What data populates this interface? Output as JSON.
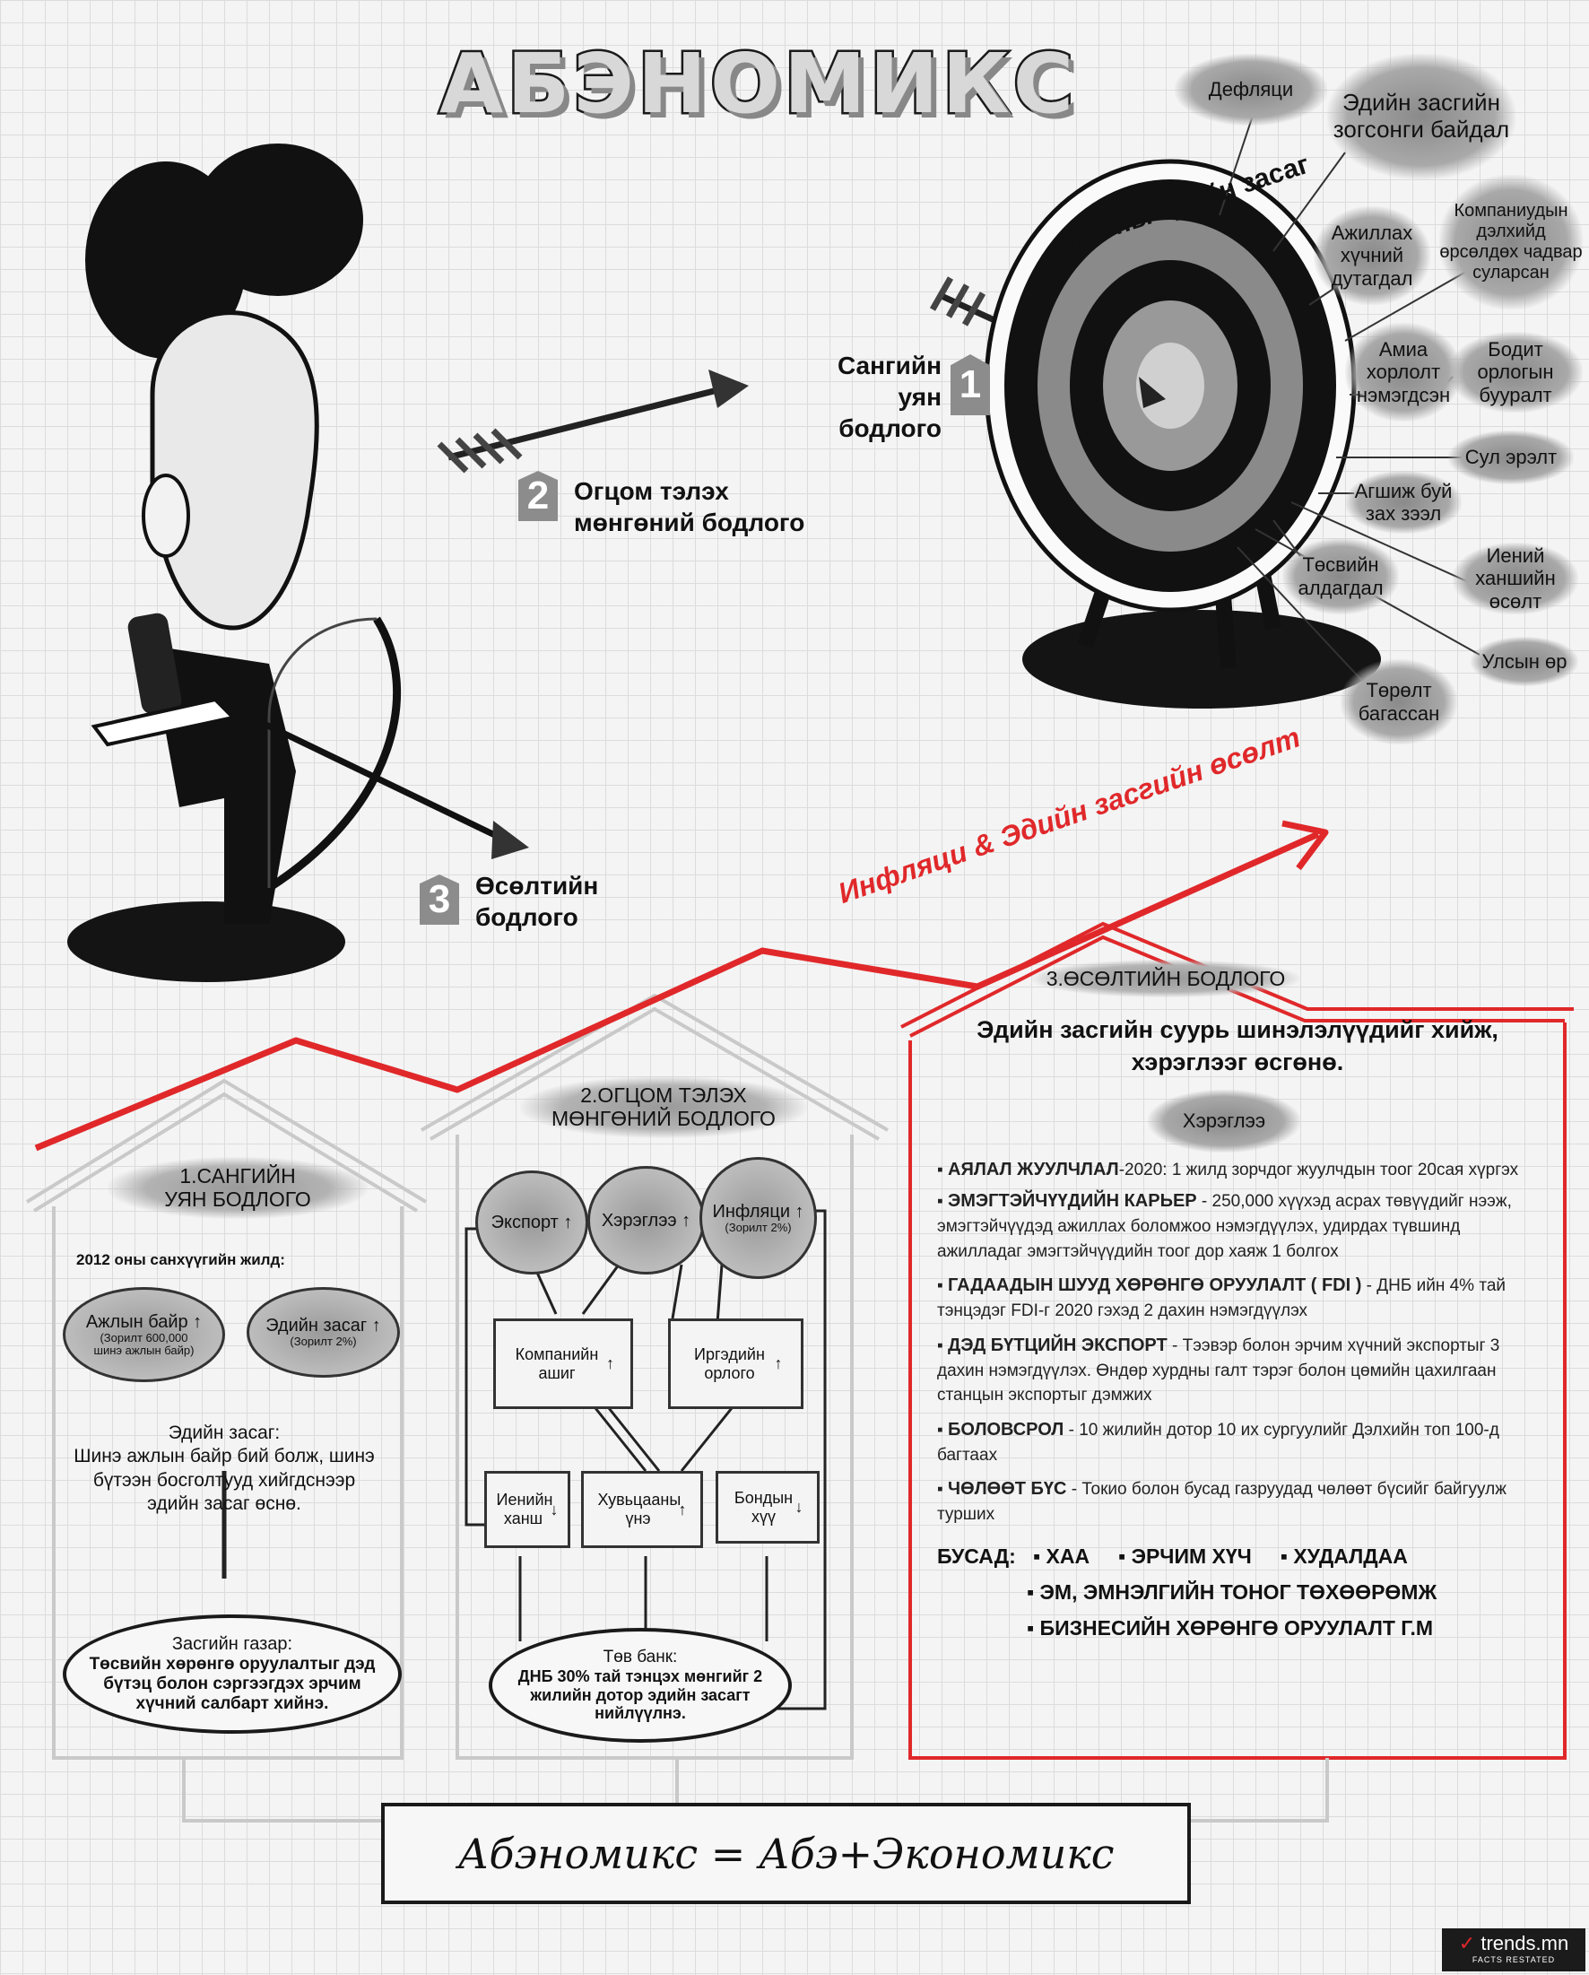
{
  "title": "АБЭНОМИКС",
  "target_label": "Японы эдийн засаг",
  "target_clouds": [
    {
      "text": "Дефляци"
    },
    {
      "text": "Эдийн засгийн зогсонги байдал"
    },
    {
      "text": "Ажиллах хүчний дутагдал"
    },
    {
      "text": "Компаниудын дэлхийд өрсөлдөх чадвар суларсан"
    },
    {
      "text": "Амиа хорлолт нэмэгдсэн"
    },
    {
      "text": "Бодит орлогын бууралт"
    },
    {
      "text": "Сул эрэлт"
    },
    {
      "text": "Агшиж буй зах зээл"
    },
    {
      "text": "Иений ханшийн өсөлт"
    },
    {
      "text": "Төсвийн алдагдал"
    },
    {
      "text": "Улсын өр"
    },
    {
      "text": "Төрөлт багассан"
    }
  ],
  "arrows": [
    {
      "num": "1",
      "line1": "Сангийн",
      "line2": "уян бодлого"
    },
    {
      "num": "2",
      "line1": "Огцом тэлэх",
      "line2": "мөнгөний бодлого"
    },
    {
      "num": "3",
      "line1": "Өсөлтийн",
      "line2": "бодлого"
    }
  ],
  "trend_label": "Инфляци & Эдийн засгийн өсөлт",
  "house1": {
    "title1": "1.САНГИЙН",
    "title2": "УЯН БОДЛОГО",
    "year_note": "2012 оны санхүүгийн жилд:",
    "bubble_jobs": "Ажлын байр",
    "bubble_jobs_note": "(Зорилт 600,000 шинэ ажлын байр)",
    "bubble_econ": "Эдийн засаг",
    "bubble_econ_note": "(Зорилт 2%)",
    "econ_title": "Эдийн засаг:",
    "econ_text": "Шинэ ажлын байр бий болж, шинэ бүтээн босголтууд хийгдснээр эдийн засаг өснө.",
    "gov_title": "Засгийн газар:",
    "gov_text": "Төсвийн хөрөнгө оруулалтыг дэд бүтэц болон сэргээгдэх эрчим хүчний салбарт хийнэ."
  },
  "house2": {
    "title1": "2.ОГЦОМ ТЭЛЭХ",
    "title2": "МӨНГӨНИЙ БОДЛОГО",
    "b_export": "Экспорт",
    "b_consumption": "Хэрэглээ",
    "b_inflation": "Инфляци",
    "b_inflation_note": "(Зорилт 2%)",
    "box_profit": "Компанийн ашиг",
    "box_income": "Иргэдийн орлого",
    "box_yen": "Иенийн ханш",
    "box_stock": "Хувьцааны үнэ",
    "box_bond": "Бондын хүү",
    "cb_title": "Төв банк:",
    "cb_text": "ДНБ 30% тай тэнцэх мөнгийг 2 жилийн дотор эдийн засагт нийлүүлнэ."
  },
  "house3": {
    "title": "3.ӨСӨЛТИЙН БОДЛОГО",
    "lead": "Эдийн засгийн суурь шинэлэлүүдийг хийж, хэрэглээг өсгөнө.",
    "cloud": "Хэрэглээ",
    "items": [
      {
        "head": "АЯЛАЛ ЖУУЛЧЛАЛ",
        "text": "-2020: 1 жилд зорчдог жуулчдын тоог 20сая хүргэх"
      },
      {
        "head": "ЭМЭГТЭЙЧҮҮДИЙН КАРЬЕР",
        "text": " - 250,000 хүүхэд асрах төвүүдийг нээж, эмэгтэйчүүдэд ажиллах боломжоо нэмэгдүүлэх, удирдах түвшинд ажилладаг эмэгтэйчүүдийн тоог дор хаяж 1 болгох"
      },
      {
        "head": "ГАДААДЫН ШУУД ХӨРӨНГӨ ОРУУЛАЛТ ( FDI )",
        "text": " - ДНБ ийн 4% тай тэнцэдэг FDI-г 2020 гэхэд 2 дахин нэмэгдүүлэх"
      },
      {
        "head": "ДЭД БҮТЦИЙН ЭКСПОРТ",
        "text": " - Тээвэр болон эрчим хүчний экспортыг 3 дахин нэмэгдүүлэх. Өндөр хурдны галт тэрэг болон цөмийн цахилгаан станцын экспортыг дэмжих"
      },
      {
        "head": "БОЛОВСРОЛ",
        "text": " - 10 жилийн дотор 10 их сургуулийг Дэлхийн топ 100-д багтаах"
      },
      {
        "head": "ЧӨЛӨӨТ БҮС",
        "text": " - Токио болон бусад газруудад чөлөөт бүсийг байгуулж турших"
      }
    ],
    "other_label": "БУСАД:",
    "other_1": "ХАА",
    "other_2": "ЭРЧИМ ХҮЧ",
    "other_3": "ХУДАЛДАА",
    "other_4": "ЭМ, ЭМНЭЛГИЙН ТОНОГ ТӨХӨӨРӨМЖ",
    "other_5": "БИЗНЕСИЙН ХӨРӨНГӨ ОРУУЛАЛТ Г.М"
  },
  "formula": "Абэномикс = Абэ+Экономикс",
  "brand": "trends.mn",
  "brand_sub": "FACTS RESTATED",
  "colors": {
    "accent_red": "#e0282a",
    "ink": "#1a1a1a",
    "cloud_gray": "#9a9a9a"
  }
}
